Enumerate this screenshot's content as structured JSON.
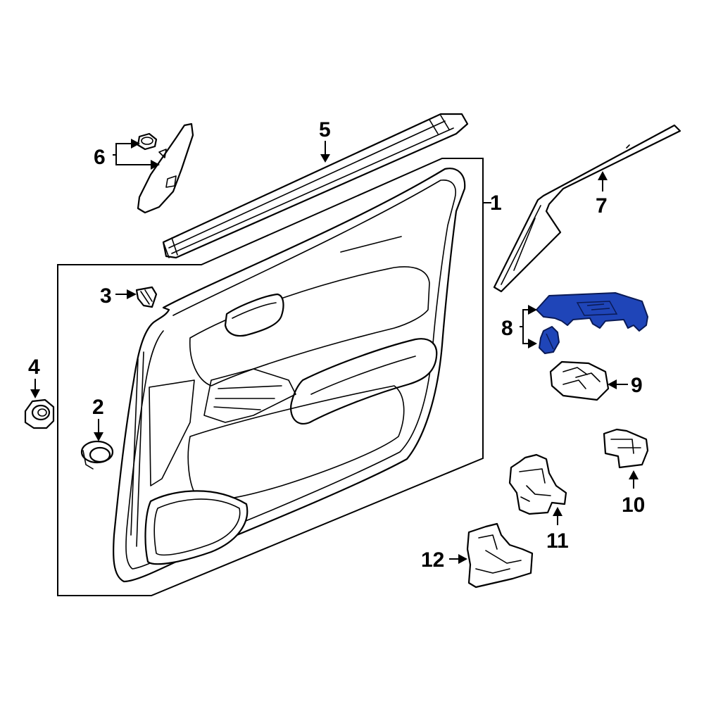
{
  "diagram": {
    "highlight_color": "#1f45b8",
    "callouts": {
      "c1": "1",
      "c2": "2",
      "c3": "3",
      "c4": "4",
      "c5": "5",
      "c6": "6",
      "c7": "7",
      "c8": "8",
      "c9": "9",
      "c10": "10",
      "c11": "11",
      "c12": "12"
    }
  }
}
